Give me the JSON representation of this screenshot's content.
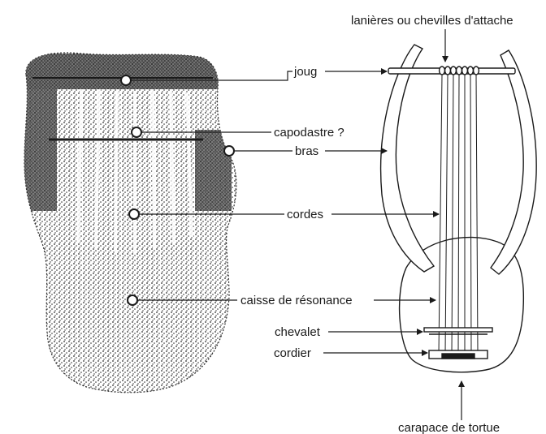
{
  "labels": {
    "top": "lanières ou chevilles d'attache",
    "joug": "joug",
    "capodastre": "capodastre ?",
    "bras": "bras",
    "cordes": "cordes",
    "caisse": "caisse de résonance",
    "chevalet": "chevalet",
    "cordier": "cordier",
    "carapace": "carapace de tortue"
  },
  "colors": {
    "ink": "#1a1a1a",
    "paper": "#ffffff",
    "stipple": "#2b2b2b"
  },
  "stone_relief": {
    "markers": [
      "joug",
      "capodastre",
      "bras",
      "cordes",
      "caisse"
    ]
  },
  "lyre": {
    "string_count": 7
  }
}
